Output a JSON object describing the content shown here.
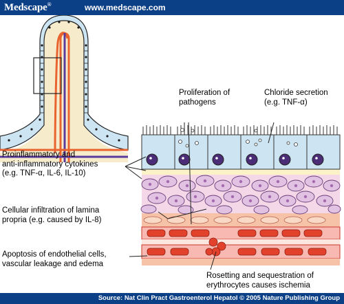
{
  "header": {
    "brand": "Medscape",
    "brand_mark": "®",
    "url": "www.medscape.com"
  },
  "footer": {
    "source": "Source: Nat Clin Pract Gastroenterol Hepatol © 2005 Nature Publishing Group"
  },
  "labels": {
    "proliferation": [
      "Proliferation of",
      "pathogens"
    ],
    "chloride": [
      "Chloride secretion",
      "(e.g. TNF-α)"
    ],
    "cytokines": [
      "Proinflammatory and",
      "anti-inflammatory cytokines",
      "(e.g. TNF-α, IL-6, IL-10)"
    ],
    "infiltration": [
      "Cellular infiltration of lamina",
      "propria (e.g. caused by IL-8)"
    ],
    "apoptosis": [
      "Apoptosis of endothelial cells,",
      "vascular leakage and edema"
    ],
    "rosetting": [
      "Rosetting and sequestration of",
      "erythrocytes causes ischemia"
    ]
  },
  "colors": {
    "header_bg": "#0b3f86",
    "epithelium": "#cde4f2",
    "nucleus": "#4b2c77",
    "lamina": "#f0e0c0",
    "infiltrate_cell": "#e2c2e3",
    "vessel_band": "#f6c3a8",
    "erythrocyte": "#e2412c",
    "artery": "#e8632e",
    "vein": "#5a3a9c"
  }
}
